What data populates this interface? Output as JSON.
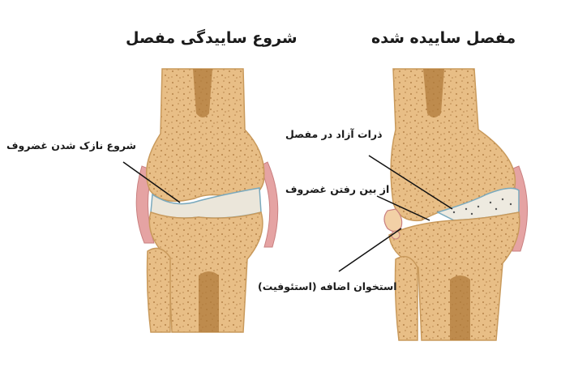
{
  "titles": {
    "left": "شروع سایيدگی مفصل",
    "right": "مفصل سایيده شده"
  },
  "labels": {
    "cartilage_thinning": "شروع نازک شدن غضروف",
    "loose_bodies": "ذرات آزاد در مفصل",
    "cartilage_loss": "از بین رفتن غضروف",
    "osteophyte": "استخوان اضافه (استئوفیت)"
  },
  "colors": {
    "bone": "#e8be86",
    "bone_edge": "#c99a5c",
    "marrow": "#b07a3a",
    "cartilage": "#e9e4d8",
    "capsule": "#d98c8c",
    "fluid_line": "#6fa0b8"
  }
}
